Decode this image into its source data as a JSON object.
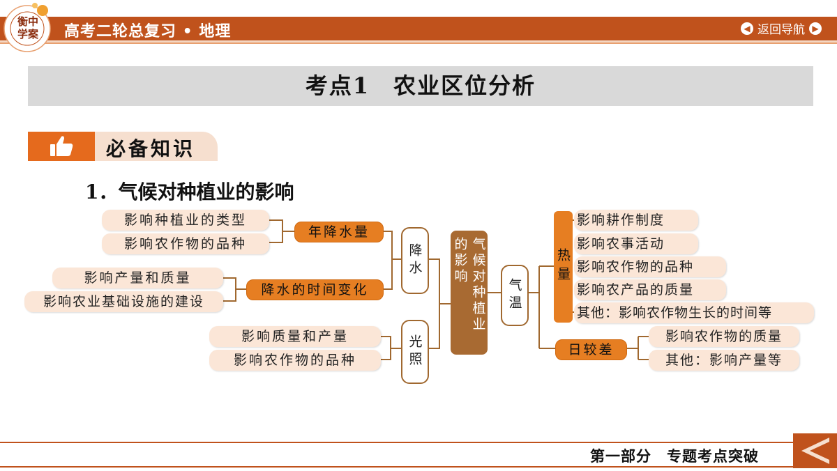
{
  "header": {
    "logo_text": "衡中学案",
    "course_title": "高考二轮总复习 • 地理",
    "nav_back_label": "返回导航",
    "brand_color": "#c0521c"
  },
  "page_title": "考点1　农业区位分析",
  "section_tag": {
    "label": "必备知识",
    "icon": "thumbs-up-icon"
  },
  "subheading": "1．气候对种植业的影响",
  "mindmap": {
    "center": "气候对种植业的影响",
    "left_branches": {
      "precip": {
        "label": "降水",
        "children": [
          {
            "label": "年降水量",
            "items": [
              "影响种植业的类型",
              "影响农作物的品种"
            ]
          },
          {
            "label": "降水的时间变化",
            "items": [
              "影响产量和质量",
              "影响农业基础设施的建设"
            ]
          }
        ]
      },
      "light": {
        "label": "光照",
        "items": [
          "影响质量和产量",
          "影响农作物的品种"
        ]
      }
    },
    "right_branches": {
      "temp": {
        "label": "气温",
        "children": [
          {
            "label": "热量",
            "items": [
              "影响耕作制度",
              "影响农事活动",
              "影响农作物的品种",
              "影响农产品的质量",
              "其他：影响农作物生长的时间等"
            ]
          },
          {
            "label": "日较差",
            "items": [
              "影响农作物的质量",
              "其他：影响产量等"
            ]
          }
        ]
      }
    }
  },
  "footer": {
    "text": "第一部分　专题考点突破"
  }
}
